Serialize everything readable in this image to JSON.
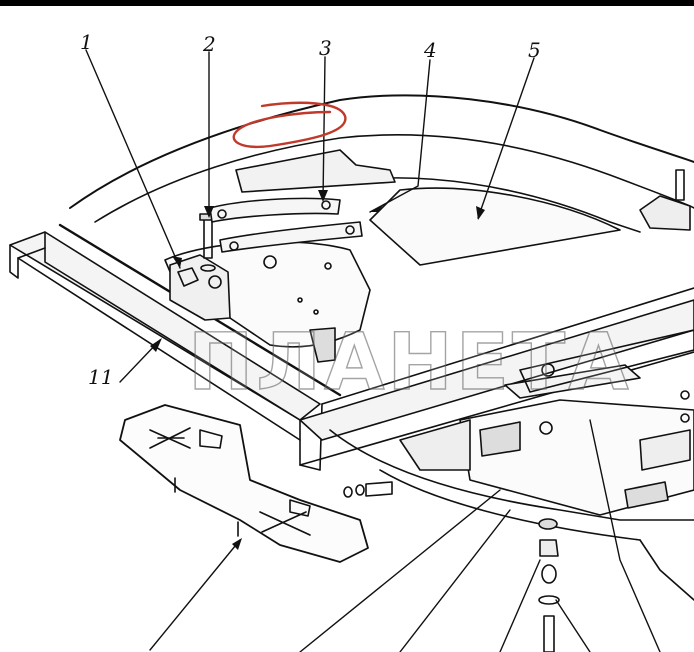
{
  "callouts": {
    "c1": "1",
    "c2": "2",
    "c3": "3",
    "c4": "4",
    "c5": "5",
    "c11": "11"
  },
  "watermark": "ПЛАНЕТА",
  "colors": {
    "line": "#111111",
    "annotation": "#c0392b",
    "background": "#ffffff"
  }
}
